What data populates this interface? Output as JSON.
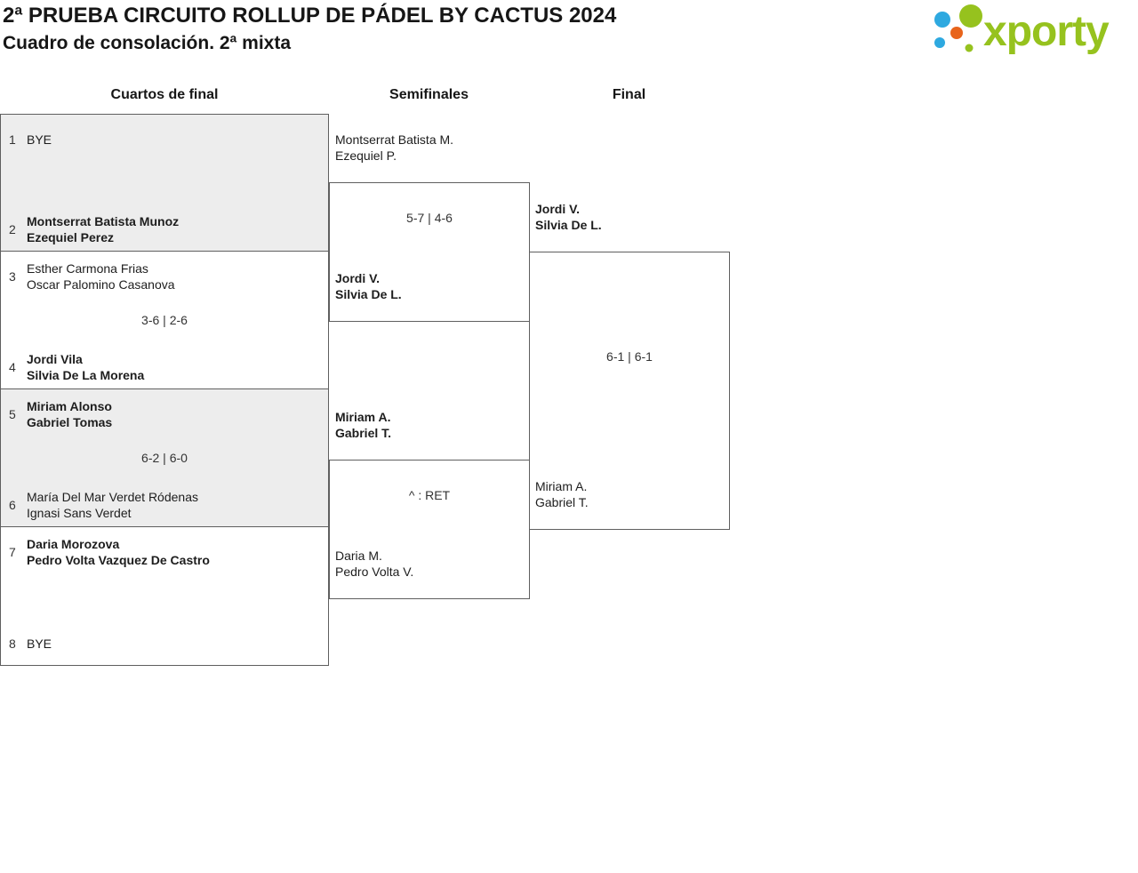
{
  "header": {
    "title": "2ª PRUEBA CIRCUITO ROLLUP DE PÁDEL BY CACTUS 2024",
    "subtitle": "Cuadro de consolación. 2ª mixta",
    "logo": {
      "text": "xporty",
      "colors": {
        "green": "#96c21e",
        "blue": "#2ea9e0",
        "orange": "#e8641b"
      }
    }
  },
  "rounds": [
    "Cuartos de final",
    "Semifinales",
    "Final"
  ],
  "bracket": {
    "quarterfinals": [
      {
        "top": {
          "seed": "1",
          "lines": [
            "BYE"
          ],
          "winner": false
        },
        "score": "",
        "bottom": {
          "seed": "2",
          "lines": [
            "Montserrat Batista Munoz",
            "Ezequiel Perez"
          ],
          "winner": true
        },
        "shaded": true
      },
      {
        "top": {
          "seed": "3",
          "lines": [
            "Esther Carmona Frias",
            "Oscar Palomino Casanova"
          ],
          "winner": false
        },
        "score": "3-6 | 2-6",
        "bottom": {
          "seed": "4",
          "lines": [
            "Jordi Vila",
            "Silvia De La Morena"
          ],
          "winner": true
        },
        "shaded": false
      },
      {
        "top": {
          "seed": "5",
          "lines": [
            "Miriam Alonso",
            "Gabriel Tomas"
          ],
          "winner": true
        },
        "score": "6-2 | 6-0",
        "bottom": {
          "seed": "6",
          "lines": [
            "María Del Mar Verdet Ródenas",
            "Ignasi Sans Verdet"
          ],
          "winner": false
        },
        "shaded": true
      },
      {
        "top": {
          "seed": "7",
          "lines": [
            "Daria Morozova",
            "Pedro Volta Vazquez De Castro"
          ],
          "winner": true
        },
        "score": "",
        "bottom": {
          "seed": "8",
          "lines": [
            "BYE"
          ],
          "winner": false
        },
        "shaded": false
      }
    ],
    "semifinals": [
      {
        "top": {
          "lines": [
            "Montserrat Batista M.",
            "Ezequiel P."
          ],
          "winner": false
        },
        "score": "5-7 | 4-6",
        "bottom": {
          "lines": [
            "Jordi V.",
            "Silvia De L."
          ],
          "winner": true
        }
      },
      {
        "top": {
          "lines": [
            "Miriam A.",
            "Gabriel T."
          ],
          "winner": true
        },
        "score": "^ : RET",
        "bottom": {
          "lines": [
            "Daria M.",
            "Pedro Volta V."
          ],
          "winner": false
        }
      }
    ],
    "final": {
      "top": {
        "lines": [
          "Jordi V.",
          "Silvia De L."
        ],
        "winner": true
      },
      "score": "6-1 | 6-1",
      "bottom": {
        "lines": [
          "Miriam A.",
          "Gabriel T."
        ],
        "winner": false
      }
    }
  }
}
